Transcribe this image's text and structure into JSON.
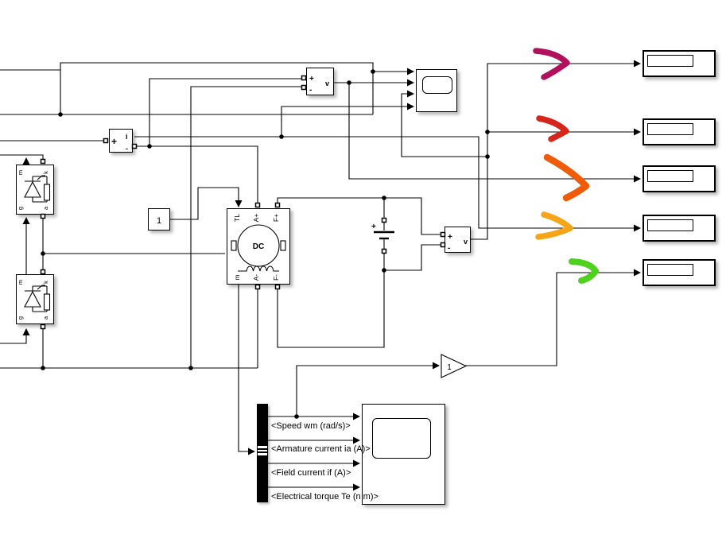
{
  "colors": {
    "background": "#ffffff",
    "wire": "#000000",
    "block_border": "#000000"
  },
  "blocks": {
    "thyristor_ports": {
      "m": "m",
      "k": "k",
      "g": "g",
      "a": "a"
    },
    "current_meas": {
      "plus": "+",
      "out": "i",
      "minus": "-"
    },
    "voltage_meas": {
      "plus": "+",
      "minus": "-",
      "out": "v"
    },
    "constant": {
      "value": "1"
    },
    "gain": {
      "value": "1"
    },
    "dc_machine": {
      "label": "DC",
      "ports_top": [
        "TL",
        "A+",
        "F+"
      ],
      "ports_bottom": [
        "m",
        "A-",
        "F-"
      ]
    },
    "dc_source": {
      "plus": "+"
    },
    "displays": [
      {
        "value": ""
      },
      {
        "value": ""
      },
      {
        "value": ""
      },
      {
        "value": ""
      },
      {
        "value": ""
      }
    ]
  },
  "bus_signals": [
    "<Speed wm (rad/s)>",
    "<Armature current ia (A)>",
    "<Field current if (A)>",
    "<Electrical torque Te (n m)>"
  ],
  "annotation_arrows": [
    {
      "name": "magenta",
      "color": "#b1115c"
    },
    {
      "name": "red",
      "color": "#d8251c"
    },
    {
      "name": "orange",
      "color": "#f05b09"
    },
    {
      "name": "amber",
      "color": "#f6a418"
    },
    {
      "name": "green",
      "color": "#4fd11d"
    }
  ]
}
